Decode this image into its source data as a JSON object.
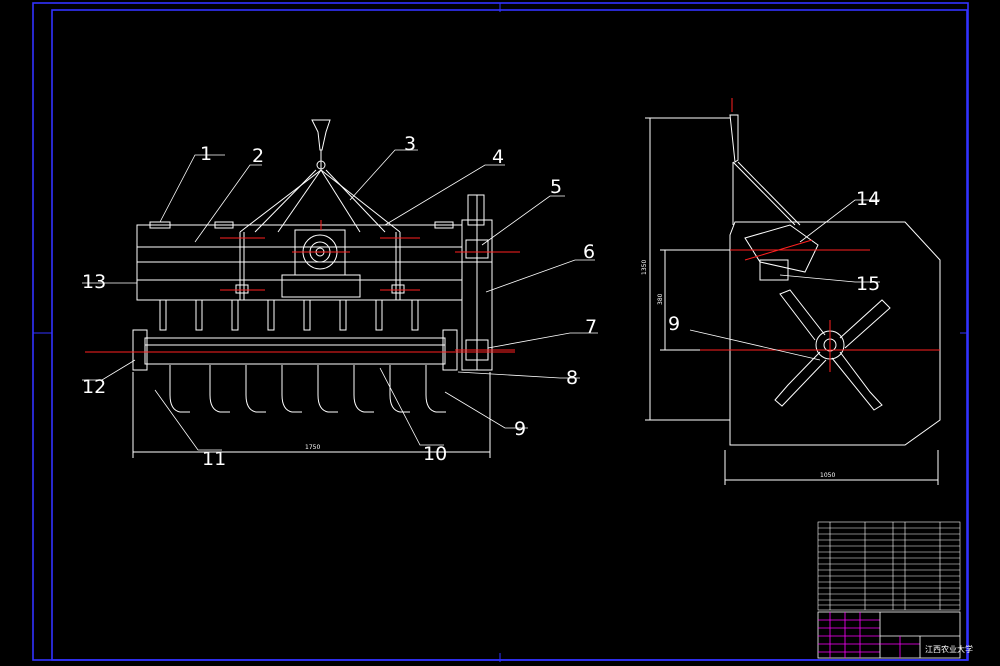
{
  "colors": {
    "background": "#000000",
    "border": "#3232ff",
    "line": "#ffffff",
    "centerline": "#ff2020",
    "title_block_accent": "#ff00ff"
  },
  "front_view": {
    "width_dimension": "1750",
    "callouts": [
      "1",
      "2",
      "3",
      "4",
      "5",
      "6",
      "7",
      "8",
      "9",
      "10",
      "11",
      "12",
      "13"
    ]
  },
  "side_view": {
    "width_dimension": "1050",
    "height_dimension": "1350",
    "inner_dimension": "380",
    "callouts": [
      "14",
      "15",
      "9"
    ]
  },
  "title_block": {
    "school": "江西农业大学"
  }
}
